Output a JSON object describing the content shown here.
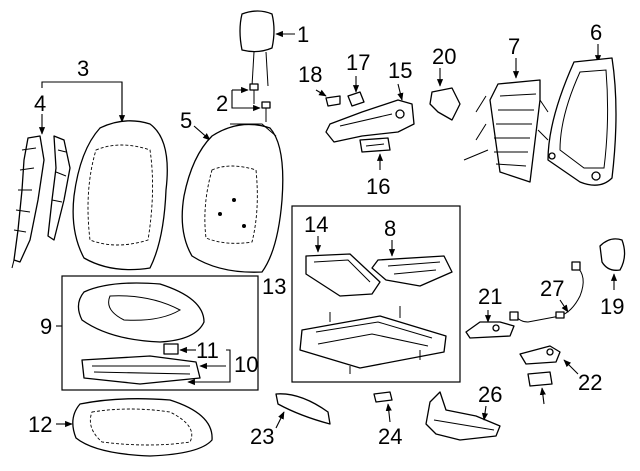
{
  "callouts": {
    "c1": "1",
    "c2": "2",
    "c3": "3",
    "c4": "4",
    "c5": "5",
    "c6": "6",
    "c7": "7",
    "c8": "8",
    "c9": "9",
    "c10": "10",
    "c11": "11",
    "c12": "12",
    "c13": "13",
    "c14": "14",
    "c15": "15",
    "c16": "16",
    "c17": "17",
    "c18": "18",
    "c19": "19",
    "c20": "20",
    "c21": "21",
    "c22": "22",
    "c23": "23",
    "c24": "24",
    "c26": "26",
    "c27": "27"
  }
}
